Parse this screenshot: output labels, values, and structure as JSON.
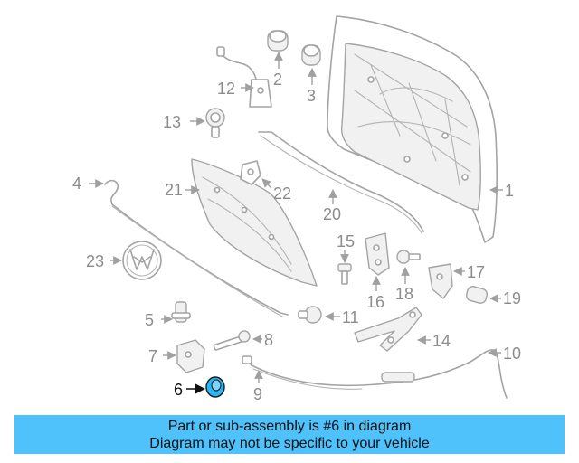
{
  "callouts": {
    "c1": "1",
    "c2": "2",
    "c3": "3",
    "c4": "4",
    "c5": "5",
    "c6": "6",
    "c7": "7",
    "c8": "8",
    "c9": "9",
    "c10": "10",
    "c11": "11",
    "c12": "12",
    "c13": "13",
    "c14": "14",
    "c15": "15",
    "c16": "16",
    "c17": "17",
    "c18": "18",
    "c19": "19",
    "c20": "20",
    "c21": "21",
    "c22": "22",
    "c23": "23"
  },
  "highlight": {
    "part": "6",
    "color": "#29b6f6"
  },
  "banner": {
    "line1": "Part or sub-assembly is #6 in diagram",
    "line2": "Diagram may not be specific to your vehicle",
    "background": "#4fc1fb"
  }
}
